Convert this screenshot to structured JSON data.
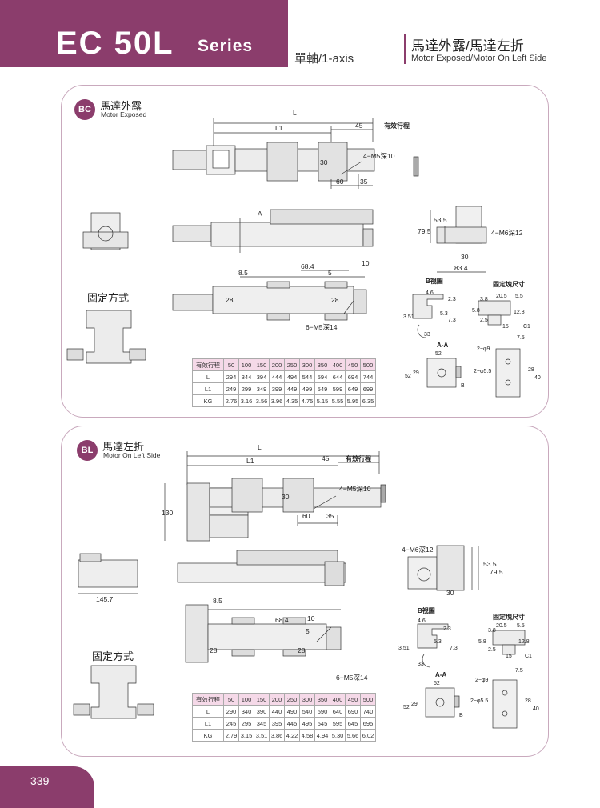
{
  "header": {
    "title": "EC 50L",
    "series": "Series",
    "axis": "單軸/1-axis",
    "subtitle_zh": "馬達外露/馬達左折",
    "subtitle_en": "Motor Exposed/Motor On Left Side"
  },
  "sections": [
    {
      "badge": "BC",
      "title_zh": "馬達外露",
      "title_en": "Motor Exposed",
      "mount_title": "固定方式",
      "dims": {
        "L": "L",
        "L1": "L1",
        "d45": "45",
        "stroke": "有效行程",
        "m5_top": "4−M5深10",
        "d30": "30",
        "d60": "60",
        "d35": "35",
        "d79_5": "79.5",
        "d53_5": "53.5",
        "m6": "4−M6深12",
        "d30b": "30",
        "d83_4": "83.4",
        "d68_4": "68.4",
        "d10": "10",
        "d5": "5",
        "d8_5": "8.5",
        "d28a": "28",
        "d28b": "28",
        "m5_bottom": "6−M5深14",
        "marker_a": "A"
      },
      "table": {
        "header_label": "有效行程",
        "strokes": [
          "50",
          "100",
          "150",
          "200",
          "250",
          "300",
          "350",
          "400",
          "450",
          "500"
        ],
        "rows": [
          {
            "label": "L",
            "values": [
              "294",
              "344",
              "394",
              "444",
              "494",
              "544",
              "594",
              "644",
              "694",
              "744"
            ]
          },
          {
            "label": "L1",
            "values": [
              "249",
              "299",
              "349",
              "399",
              "449",
              "499",
              "549",
              "599",
              "649",
              "699"
            ]
          },
          {
            "label": "KG",
            "values": [
              "2.76",
              "3.16",
              "3.56",
              "3.96",
              "4.35",
              "4.75",
              "5.15",
              "5.55",
              "5.95",
              "6.35"
            ]
          }
        ]
      }
    },
    {
      "badge": "BL",
      "title_zh": "馬達左折",
      "title_en": "Motor On Left Side",
      "mount_title": "固定方式",
      "dims": {
        "L": "L",
        "L1": "L1",
        "d45": "45",
        "stroke": "有效行程",
        "m5_top": "4−M5深10",
        "d30": "30",
        "d60": "60",
        "d35": "35",
        "d130": "130",
        "d145_7": "145.7",
        "m6": "4−M6深12",
        "d53_5": "53.5",
        "d79_5": "79.5",
        "d30b": "30",
        "d8_5": "8.5",
        "d68_4": "68.4",
        "d10": "10",
        "d5": "5",
        "d28a": "28",
        "d28b": "28",
        "m5_bottom": "6−M5深14"
      },
      "table": {
        "header_label": "有效行程",
        "strokes": [
          "50",
          "100",
          "150",
          "200",
          "250",
          "300",
          "350",
          "400",
          "450",
          "500"
        ],
        "rows": [
          {
            "label": "L",
            "values": [
              "290",
              "340",
              "390",
              "440",
              "490",
              "540",
              "590",
              "640",
              "690",
              "740"
            ]
          },
          {
            "label": "L1",
            "values": [
              "245",
              "295",
              "345",
              "395",
              "445",
              "495",
              "545",
              "595",
              "645",
              "695"
            ]
          },
          {
            "label": "KG",
            "values": [
              "2.79",
              "3.15",
              "3.51",
              "3.86",
              "4.22",
              "4.58",
              "4.94",
              "5.30",
              "5.66",
              "6.02"
            ]
          }
        ]
      }
    }
  ],
  "details": {
    "b_view": "B視圖",
    "fix_block": "固定塊尺寸",
    "aa": "A-A",
    "d4_6": "4.6",
    "d2_3": "2.3",
    "d3_51": "3.51",
    "d5_3": "5.3",
    "d7_3": "7.3",
    "d33": "33",
    "d3_8": "3.8",
    "d20_5": "20.5",
    "d5_5": "5.5",
    "d2_5": "2.5",
    "d5_8": "5.8",
    "d15": "15",
    "d12_8": "12.8",
    "c1": "C1",
    "d52": "52",
    "d29": "29",
    "d52v": "52",
    "d7_5": "7.5",
    "h2_9": "2−φ9",
    "h2_5_5": "2−φ5.5",
    "d28": "28",
    "d40": "40",
    "label_b": "B"
  },
  "footer": {
    "page_number": "339"
  }
}
